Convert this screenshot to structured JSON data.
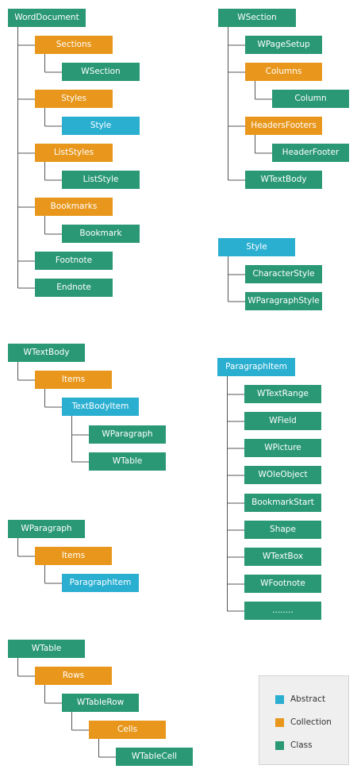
{
  "colors": {
    "class": "#2a9875",
    "collection": "#e8971c",
    "abstract": "#2bafd1",
    "connector": "#555555"
  },
  "trees": [
    {
      "label": "WordDocument",
      "kind": "class",
      "children": [
        {
          "label": "Sections",
          "kind": "collection",
          "children": [
            {
              "label": "WSection",
              "kind": "class"
            }
          ]
        },
        {
          "label": "Styles",
          "kind": "collection",
          "children": [
            {
              "label": "Style",
              "kind": "abstract"
            }
          ]
        },
        {
          "label": "ListStyles",
          "kind": "collection",
          "children": [
            {
              "label": "ListStyle",
              "kind": "class"
            }
          ]
        },
        {
          "label": "Bookmarks",
          "kind": "collection",
          "children": [
            {
              "label": "Bookmark",
              "kind": "class"
            }
          ]
        },
        {
          "label": "Footnote",
          "kind": "class"
        },
        {
          "label": "Endnote",
          "kind": "class"
        }
      ]
    },
    {
      "label": "WSection",
      "kind": "class",
      "children": [
        {
          "label": "WPageSetup",
          "kind": "class"
        },
        {
          "label": "Columns",
          "kind": "collection",
          "children": [
            {
              "label": "Column",
              "kind": "class"
            }
          ]
        },
        {
          "label": "HeadersFooters",
          "kind": "collection",
          "children": [
            {
              "label": "HeaderFooter",
              "kind": "class"
            }
          ]
        },
        {
          "label": "WTextBody",
          "kind": "class"
        }
      ]
    },
    {
      "label": "Style",
      "kind": "abstract",
      "children": [
        {
          "label": "CharacterStyle",
          "kind": "class"
        },
        {
          "label": "WParagraphStyle",
          "kind": "class"
        }
      ]
    },
    {
      "label": "WTextBody",
      "kind": "class",
      "children": [
        {
          "label": "Items",
          "kind": "collection",
          "children": [
            {
              "label": "TextBodyItem",
              "kind": "abstract",
              "children": [
                {
                  "label": "WParagraph",
                  "kind": "class"
                },
                {
                  "label": "WTable",
                  "kind": "class"
                }
              ]
            }
          ]
        }
      ]
    },
    {
      "label": "ParagraphItem",
      "kind": "abstract",
      "children": [
        {
          "label": "WTextRange",
          "kind": "class"
        },
        {
          "label": "WField",
          "kind": "class"
        },
        {
          "label": "WPicture",
          "kind": "class"
        },
        {
          "label": "WOleObject",
          "kind": "class"
        },
        {
          "label": "BookmarkStart",
          "kind": "class"
        },
        {
          "label": "Shape",
          "kind": "class"
        },
        {
          "label": "WTextBox",
          "kind": "class"
        },
        {
          "label": "WFootnote",
          "kind": "class"
        },
        {
          "label": "........",
          "kind": "class"
        }
      ]
    },
    {
      "label": "WParagraph",
      "kind": "class",
      "children": [
        {
          "label": "Items",
          "kind": "collection",
          "children": [
            {
              "label": "ParagraphItem",
              "kind": "abstract"
            }
          ]
        }
      ]
    },
    {
      "label": "WTable",
      "kind": "class",
      "children": [
        {
          "label": "Rows",
          "kind": "collection",
          "children": [
            {
              "label": "WTableRow",
              "kind": "class",
              "children": [
                {
                  "label": "Cells",
                  "kind": "collection",
                  "children": [
                    {
                      "label": "WTableCell",
                      "kind": "class"
                    }
                  ]
                }
              ]
            }
          ]
        }
      ]
    }
  ],
  "legend": [
    {
      "label": "Abstract",
      "kind": "abstract"
    },
    {
      "label": "Collection",
      "kind": "collection"
    },
    {
      "label": "Class",
      "kind": "class"
    }
  ]
}
